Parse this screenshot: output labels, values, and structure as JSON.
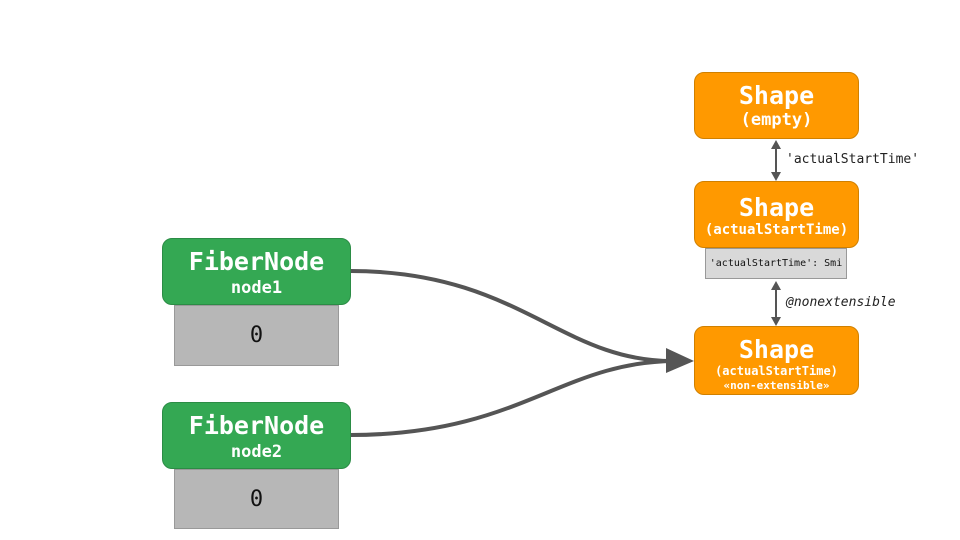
{
  "fiber_nodes": [
    {
      "title": "FiberNode",
      "name": "node1",
      "slot_value": "0"
    },
    {
      "title": "FiberNode",
      "name": "node2",
      "slot_value": "0"
    }
  ],
  "shapes": [
    {
      "title": "Shape",
      "subtitle": "(empty)"
    },
    {
      "title": "Shape",
      "subtitle": "(actualStartTime)",
      "property": "'actualStartTime': Smi"
    },
    {
      "title": "Shape",
      "subtitle": "(actualStartTime)",
      "subtitle2": "«non-extensible»"
    }
  ],
  "transitions": [
    {
      "label": "'actualStartTime'"
    },
    {
      "label": "@nonextensible"
    }
  ],
  "colors": {
    "fiber_node": "#34a853",
    "shape": "#ff9900",
    "slot": "#b7b7b7",
    "arrow": "#555555"
  }
}
